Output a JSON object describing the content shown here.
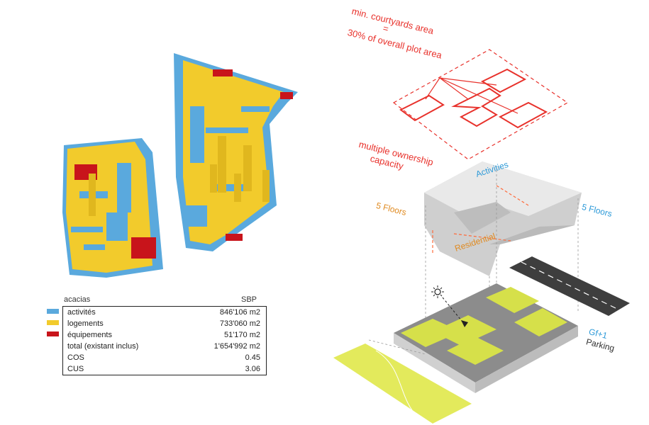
{
  "diagram": {
    "annotations": {
      "courtyard_line1": "min. courtyards area",
      "courtyard_eq": "=",
      "courtyard_line2": "30% of overall plot area",
      "ownership_line1": "multiple ownership",
      "ownership_line2": "capacity",
      "activities": "Activities",
      "residential": "Residential",
      "floors_left": "5 Floors",
      "floors_right": "5 Floors",
      "gf": "Gf+1",
      "parking": "Parking",
      "sun_icon": "sun-icon"
    },
    "colors": {
      "activites": "#5aa9dd",
      "logements": "#f2cb2c",
      "equipements": "#c8141b",
      "red_outline": "#e8312b",
      "lime": "#d6e04a",
      "grey_mass": "#d8d8d8"
    },
    "legend": {
      "title_left": "acacias",
      "title_right": "SBP",
      "rows": [
        {
          "label": "activités",
          "value": "846'106 m2",
          "color": "#5aa9dd"
        },
        {
          "label": "logements",
          "value": "733'060 m2",
          "color": "#f2cb2c"
        },
        {
          "label": "équipements",
          "value": "51'170 m2",
          "color": "#c8141b"
        },
        {
          "label": "total (existant inclus)",
          "value": "1'654'992 m2",
          "color": ""
        },
        {
          "label": "COS",
          "value": "0.45",
          "color": ""
        },
        {
          "label": "CUS",
          "value": "3.06",
          "color": ""
        }
      ]
    }
  }
}
